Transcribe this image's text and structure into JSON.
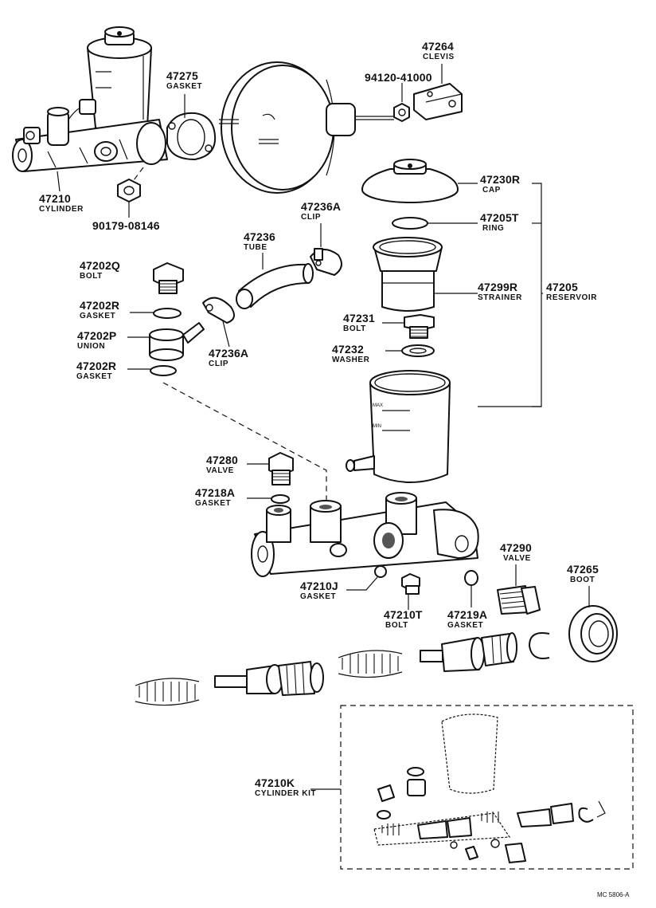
{
  "parts": {
    "p47264": {
      "number": "47264",
      "name": "CLEVIS"
    },
    "p94120": {
      "number": "94120-41000"
    },
    "p47275": {
      "number": "47275",
      "name": "GASKET"
    },
    "p47210": {
      "number": "47210",
      "name": "CYLINDER"
    },
    "p90179": {
      "number": "90179-08146"
    },
    "p47230R": {
      "number": "47230R",
      "name": "CAP"
    },
    "p47205T": {
      "number": "47205T",
      "name": "RING"
    },
    "p47236A_top": {
      "number": "47236A",
      "name": "CLIP"
    },
    "p47236": {
      "number": "47236",
      "name": "TUBE"
    },
    "p47202Q": {
      "number": "47202Q",
      "name": "BOLT"
    },
    "p47202R_top": {
      "number": "47202R",
      "name": "GASKET"
    },
    "p47202P": {
      "number": "47202P",
      "name": "UNION"
    },
    "p47202R_bot": {
      "number": "47202R",
      "name": "GASKET"
    },
    "p47236A_bot": {
      "number": "47236A",
      "name": "CLIP"
    },
    "p47299R": {
      "number": "47299R",
      "name": "STRAINER"
    },
    "p47205": {
      "number": "47205",
      "name": "RESERVOIR"
    },
    "p47231": {
      "number": "47231",
      "name": "BOLT"
    },
    "p47232": {
      "number": "47232",
      "name": "WASHER"
    },
    "p47280": {
      "number": "47280",
      "name": "VALVE"
    },
    "p47218A": {
      "number": "47218A",
      "name": "GASKET"
    },
    "p47210J": {
      "number": "47210J",
      "name": "GASKET"
    },
    "p47210T": {
      "number": "47210T",
      "name": "BOLT"
    },
    "p47219A": {
      "number": "47219A",
      "name": "GASKET"
    },
    "p47290": {
      "number": "47290",
      "name": "VALVE"
    },
    "p47265": {
      "number": "47265",
      "name": "BOOT"
    },
    "p47210K": {
      "number": "47210K",
      "name": "CYLINDER KIT"
    }
  },
  "reservoir_marks": {
    "max": "MAX",
    "min": "MIN"
  },
  "diagram_code": "MC 5806-A"
}
